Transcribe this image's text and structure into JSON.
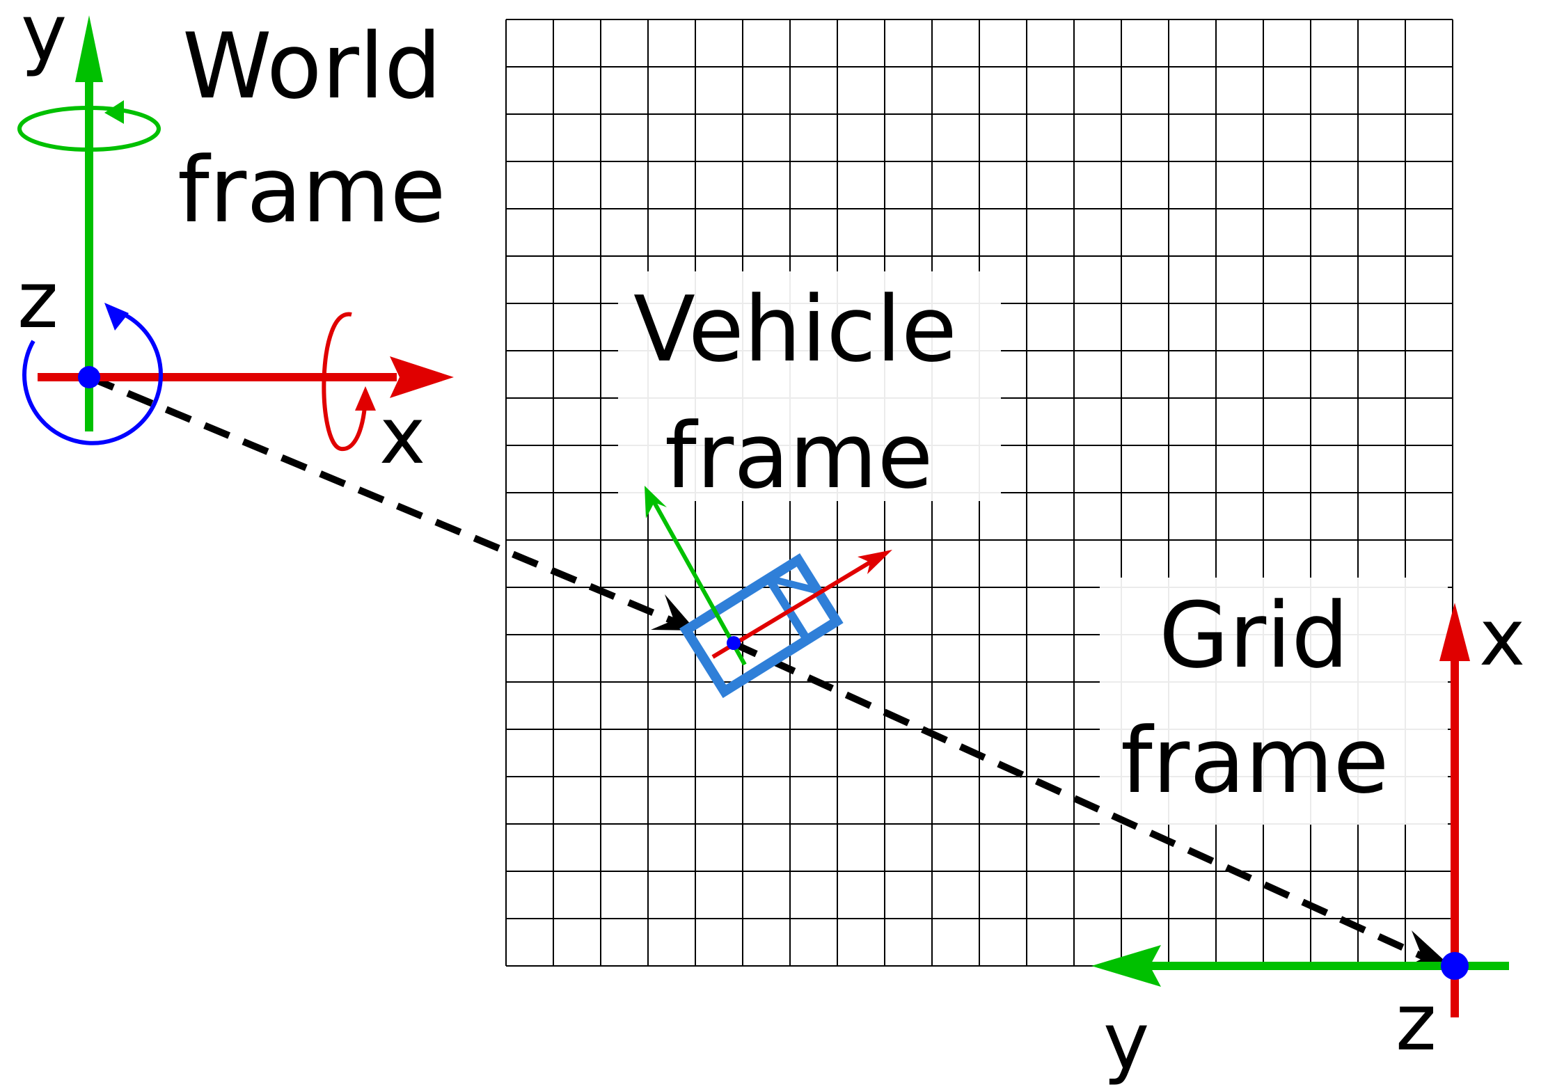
{
  "world_frame": {
    "title_line1": "World",
    "title_line2": "frame",
    "axis_x": "x",
    "axis_y": "y",
    "axis_z": "z"
  },
  "vehicle_frame": {
    "title_line1": "Vehicle",
    "title_line2": "frame"
  },
  "grid_frame": {
    "title_line1": "Grid",
    "title_line2": "frame",
    "axis_x": "x",
    "axis_y": "y",
    "axis_z": "z"
  },
  "grid": {
    "columns": 20,
    "rows": 20
  },
  "colors": {
    "x_axis": "#e00000",
    "y_axis": "#00c000",
    "z_axis": "#0000ff",
    "vehicle_box": "#2f7fd8",
    "grid_line": "#000000",
    "transform_arrow": "#000000"
  }
}
